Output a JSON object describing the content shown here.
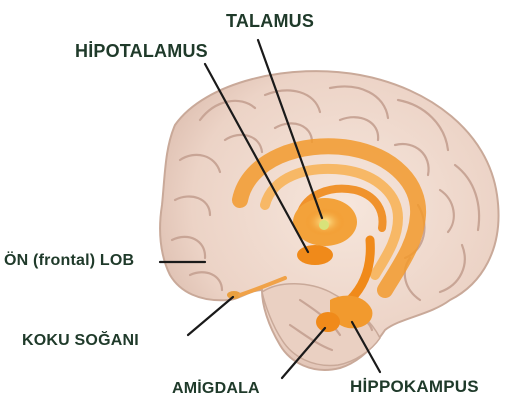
{
  "labels": {
    "talamus": "TALAMUS",
    "hipotalamus": "HİPOTALAMUS",
    "on_lob": "ÖN (frontal) LOB",
    "koku": "KOKU SOĞANI",
    "amigdala": "AMİGDALA",
    "hippokampus": "HİPPOKAMPUS"
  },
  "colors": {
    "brain": "#efdcd2",
    "sulci": "#caa79a",
    "limbic": "#f08a1a",
    "label_text": "#1f3a2a"
  }
}
